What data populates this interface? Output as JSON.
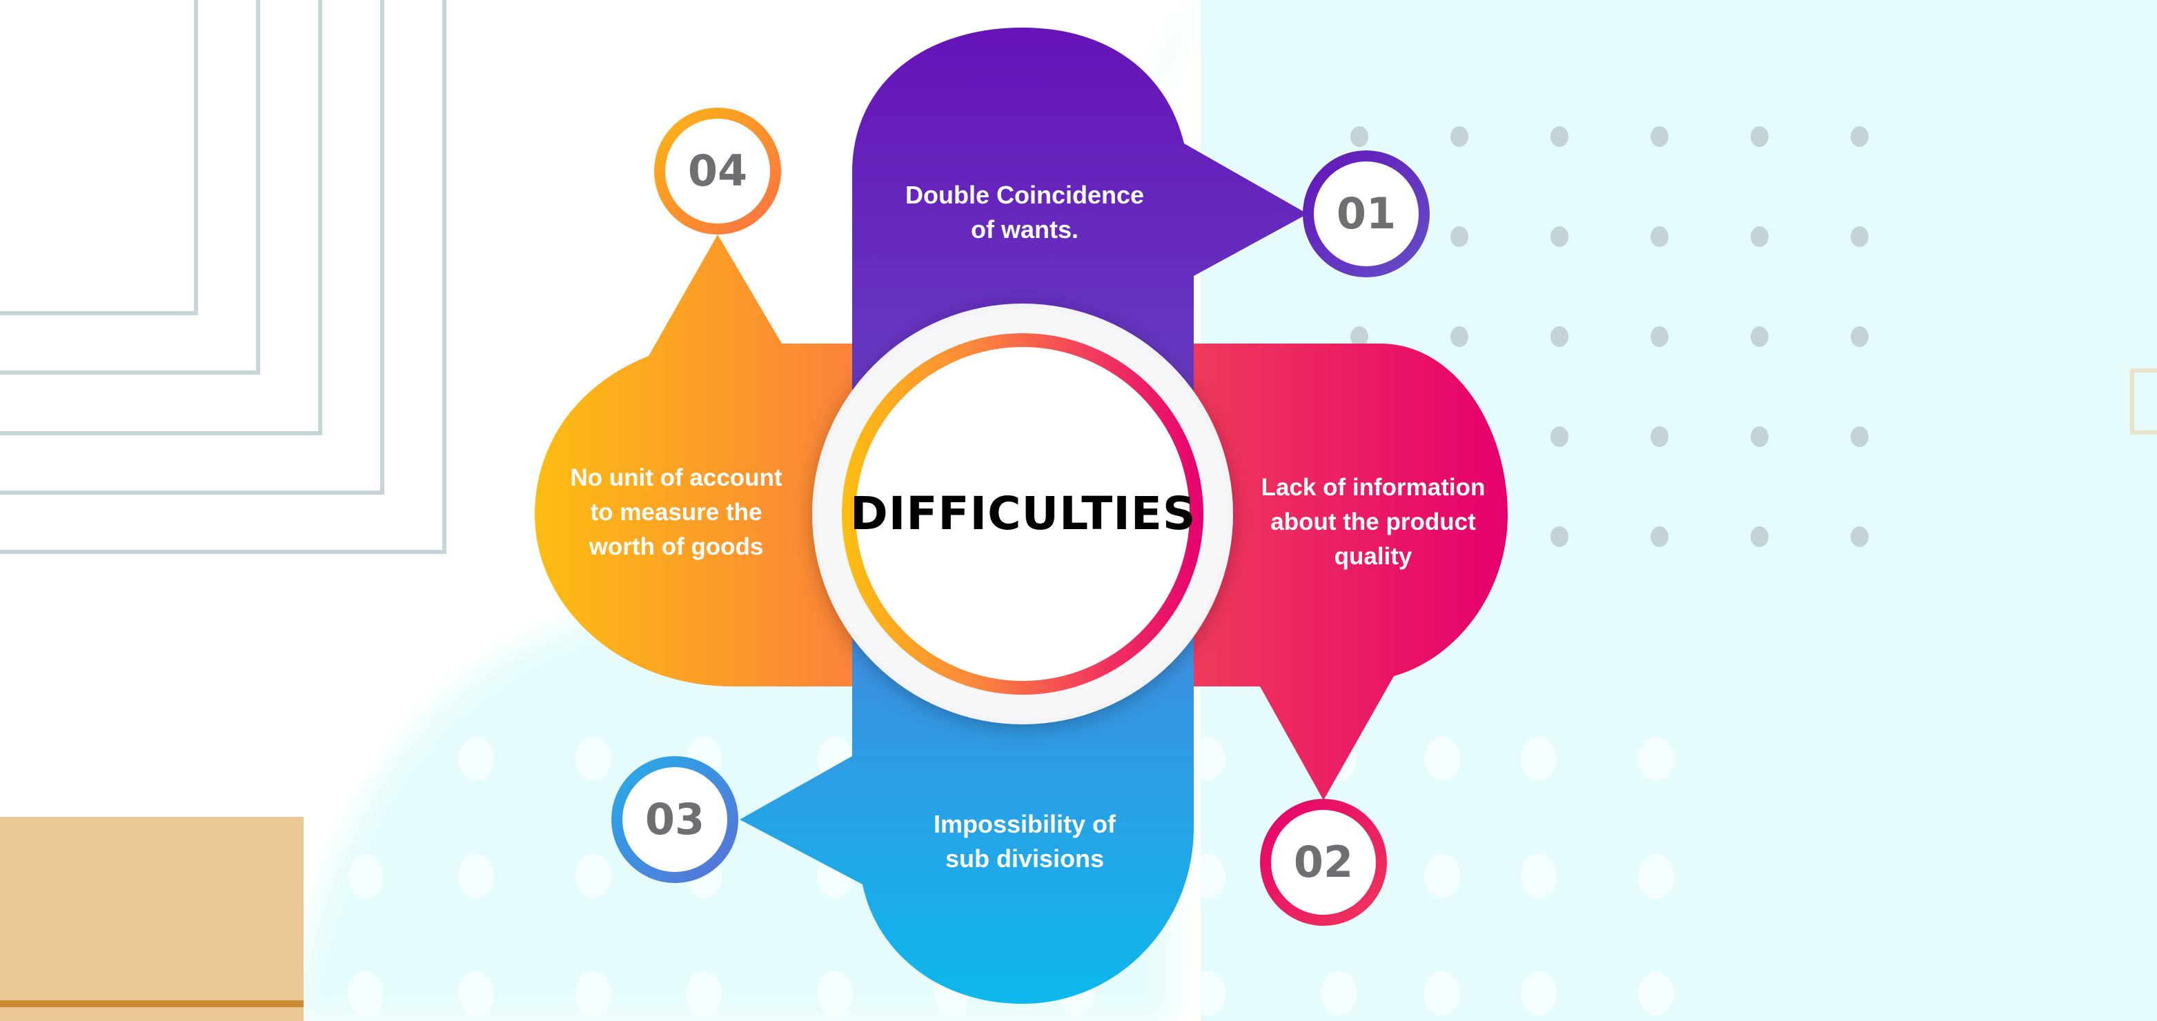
{
  "infographic": {
    "center_title": "DIFFICULTIES",
    "items": [
      {
        "number": "01",
        "text": "Double Coincidence\nof wants.",
        "color_start": "#6613b8",
        "color_end": "#6547c4",
        "direction": "top"
      },
      {
        "number": "02",
        "text": "Lack of information\nabout the product\nquality",
        "color_start": "#f03a5a",
        "color_end": "#e5006d",
        "direction": "right"
      },
      {
        "number": "03",
        "text": "Impossibility of\nsub divisions",
        "color_start": "#4f80dc",
        "color_end": "#0db8ec",
        "direction": "bottom"
      },
      {
        "number": "04",
        "text": "No unit of account\nto measure the\nworth of goods",
        "color_start": "#fdbd12",
        "color_end": "#fb823a",
        "direction": "left"
      }
    ],
    "center_ring_colors": [
      "#fdbf10",
      "#fb8a3a",
      "#f2395d",
      "#e5006f"
    ],
    "number_color": "#6e6f73"
  },
  "background": {
    "base_color": "#ffffff",
    "tint_color": "#e6fcfc",
    "dot_color": "#c3d3d6",
    "corner_lines_color": "#c6d5d8",
    "tan_block_color": "#ebc795",
    "tan_stripe_color": "#cd8a35"
  }
}
